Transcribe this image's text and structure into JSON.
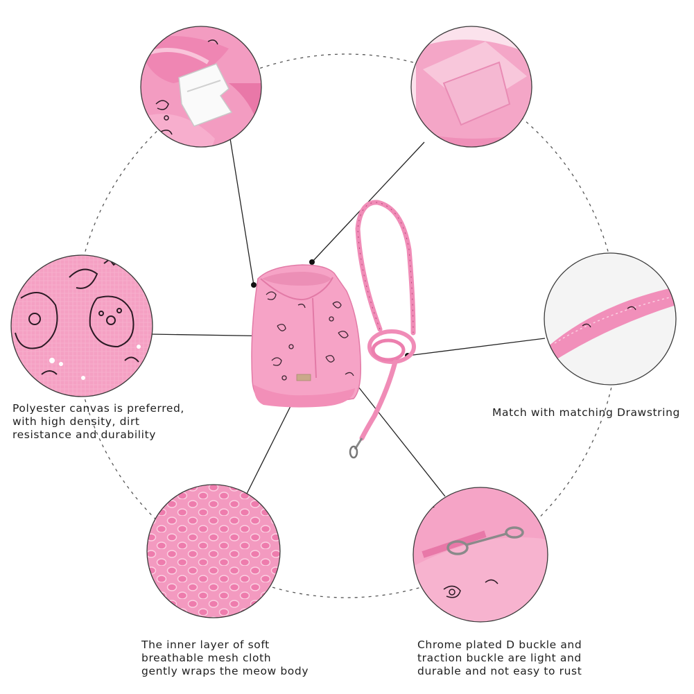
{
  "captions": {
    "canvas": [
      "Polyester canvas is preferred,",
      "with high density, dirt",
      "resistance and durability"
    ],
    "drawstring": [
      "Match with matching Drawstring"
    ],
    "mesh": [
      "The inner layer of soft",
      "breathable mesh cloth",
      "gently wraps the meow body"
    ],
    "buckle": [
      "Chrome plated D buckle and",
      "traction buckle are light and",
      "durable and not easy to rust"
    ]
  },
  "colors": {
    "fabric_pink": "#f6a3c6",
    "deep_pink": "#e86fa2",
    "paisley_ink": "#2b1a24",
    "dashed_ring": "#555555",
    "circle_border": "#3a3a3a"
  }
}
